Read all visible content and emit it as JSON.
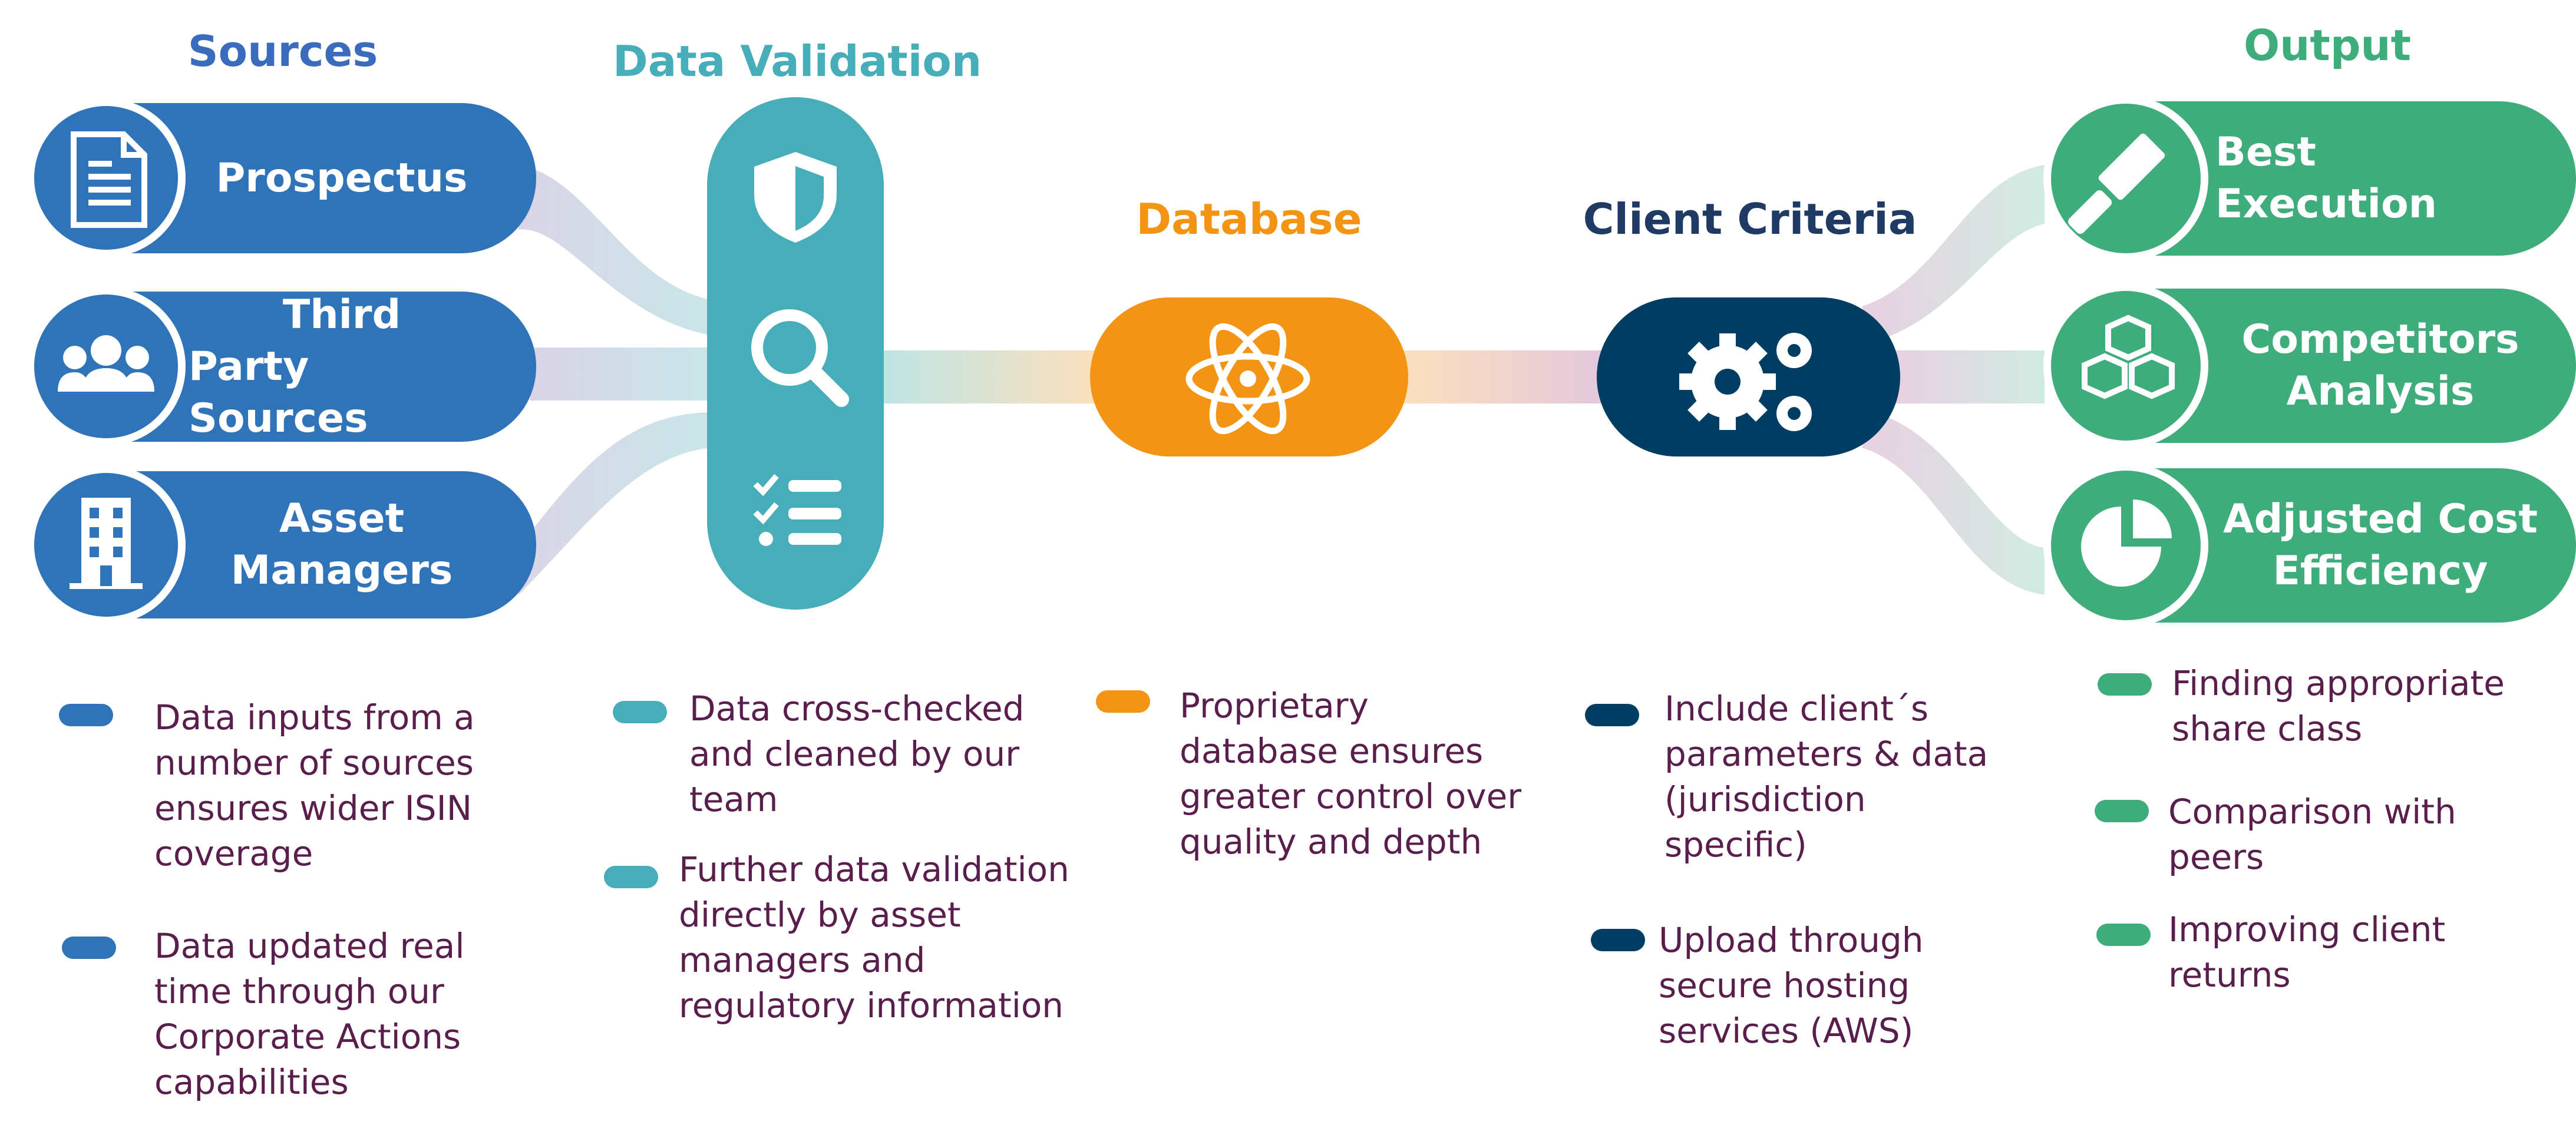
{
  "colors": {
    "sources": "#2f73b8",
    "validation": "#47adb8",
    "database": "#f39414",
    "criteria": "#003d62",
    "output": "#3fac7c",
    "note_text": "#5a1e4c"
  },
  "sources": {
    "title": "Sources",
    "items": [
      {
        "lines": [
          "Prospectus"
        ],
        "icon": "document-icon"
      },
      {
        "lines": [
          "Third",
          "Party Sources"
        ],
        "icon": "people-icon"
      },
      {
        "lines": [
          "Asset",
          "Managers"
        ],
        "icon": "building-icon"
      }
    ],
    "notes": [
      {
        "lines": [
          "Data inputs from a",
          "number of sources",
          "ensures wider ISIN",
          "coverage"
        ]
      },
      {
        "lines": [
          "Data updated real",
          "time through our",
          "Corporate Actions",
          "capabilities"
        ]
      }
    ]
  },
  "validation": {
    "title": "Data Validation",
    "icons": [
      "shield-icon",
      "search-icon",
      "checklist-icon"
    ],
    "notes": [
      {
        "lines": [
          "Data cross-checked",
          "and cleaned by  our",
          "team"
        ]
      },
      {
        "lines": [
          "Further data validation",
          "directly by asset",
          "managers and",
          "regulatory information"
        ]
      }
    ]
  },
  "database": {
    "title": "Database",
    "icon": "atom-icon",
    "notes": [
      {
        "lines": [
          "Proprietary",
          "database ensures",
          "greater control over",
          "quality and depth"
        ]
      }
    ]
  },
  "criteria": {
    "title": "Client Criteria",
    "icon": "gears-icon",
    "notes": [
      {
        "lines": [
          "Include client´s",
          "parameters & data",
          "(jurisdiction",
          "specific)"
        ]
      },
      {
        "lines": [
          "Upload through",
          "secure hosting",
          "services (AWS)"
        ]
      }
    ]
  },
  "output": {
    "title": "Output",
    "items": [
      {
        "lines": [
          "Best Execution"
        ],
        "icon": "gavel-icon"
      },
      {
        "lines": [
          "Competitors",
          "Analysis"
        ],
        "icon": "boxes-icon"
      },
      {
        "lines": [
          "Adjusted Cost",
          "Efficiency"
        ],
        "icon": "pie-chart-icon"
      }
    ],
    "notes": [
      {
        "lines": [
          "Finding appropriate",
          "share class"
        ]
      },
      {
        "lines": [
          "Comparison with",
          "peers"
        ]
      },
      {
        "lines": [
          "Improving client",
          "returns"
        ]
      }
    ]
  }
}
